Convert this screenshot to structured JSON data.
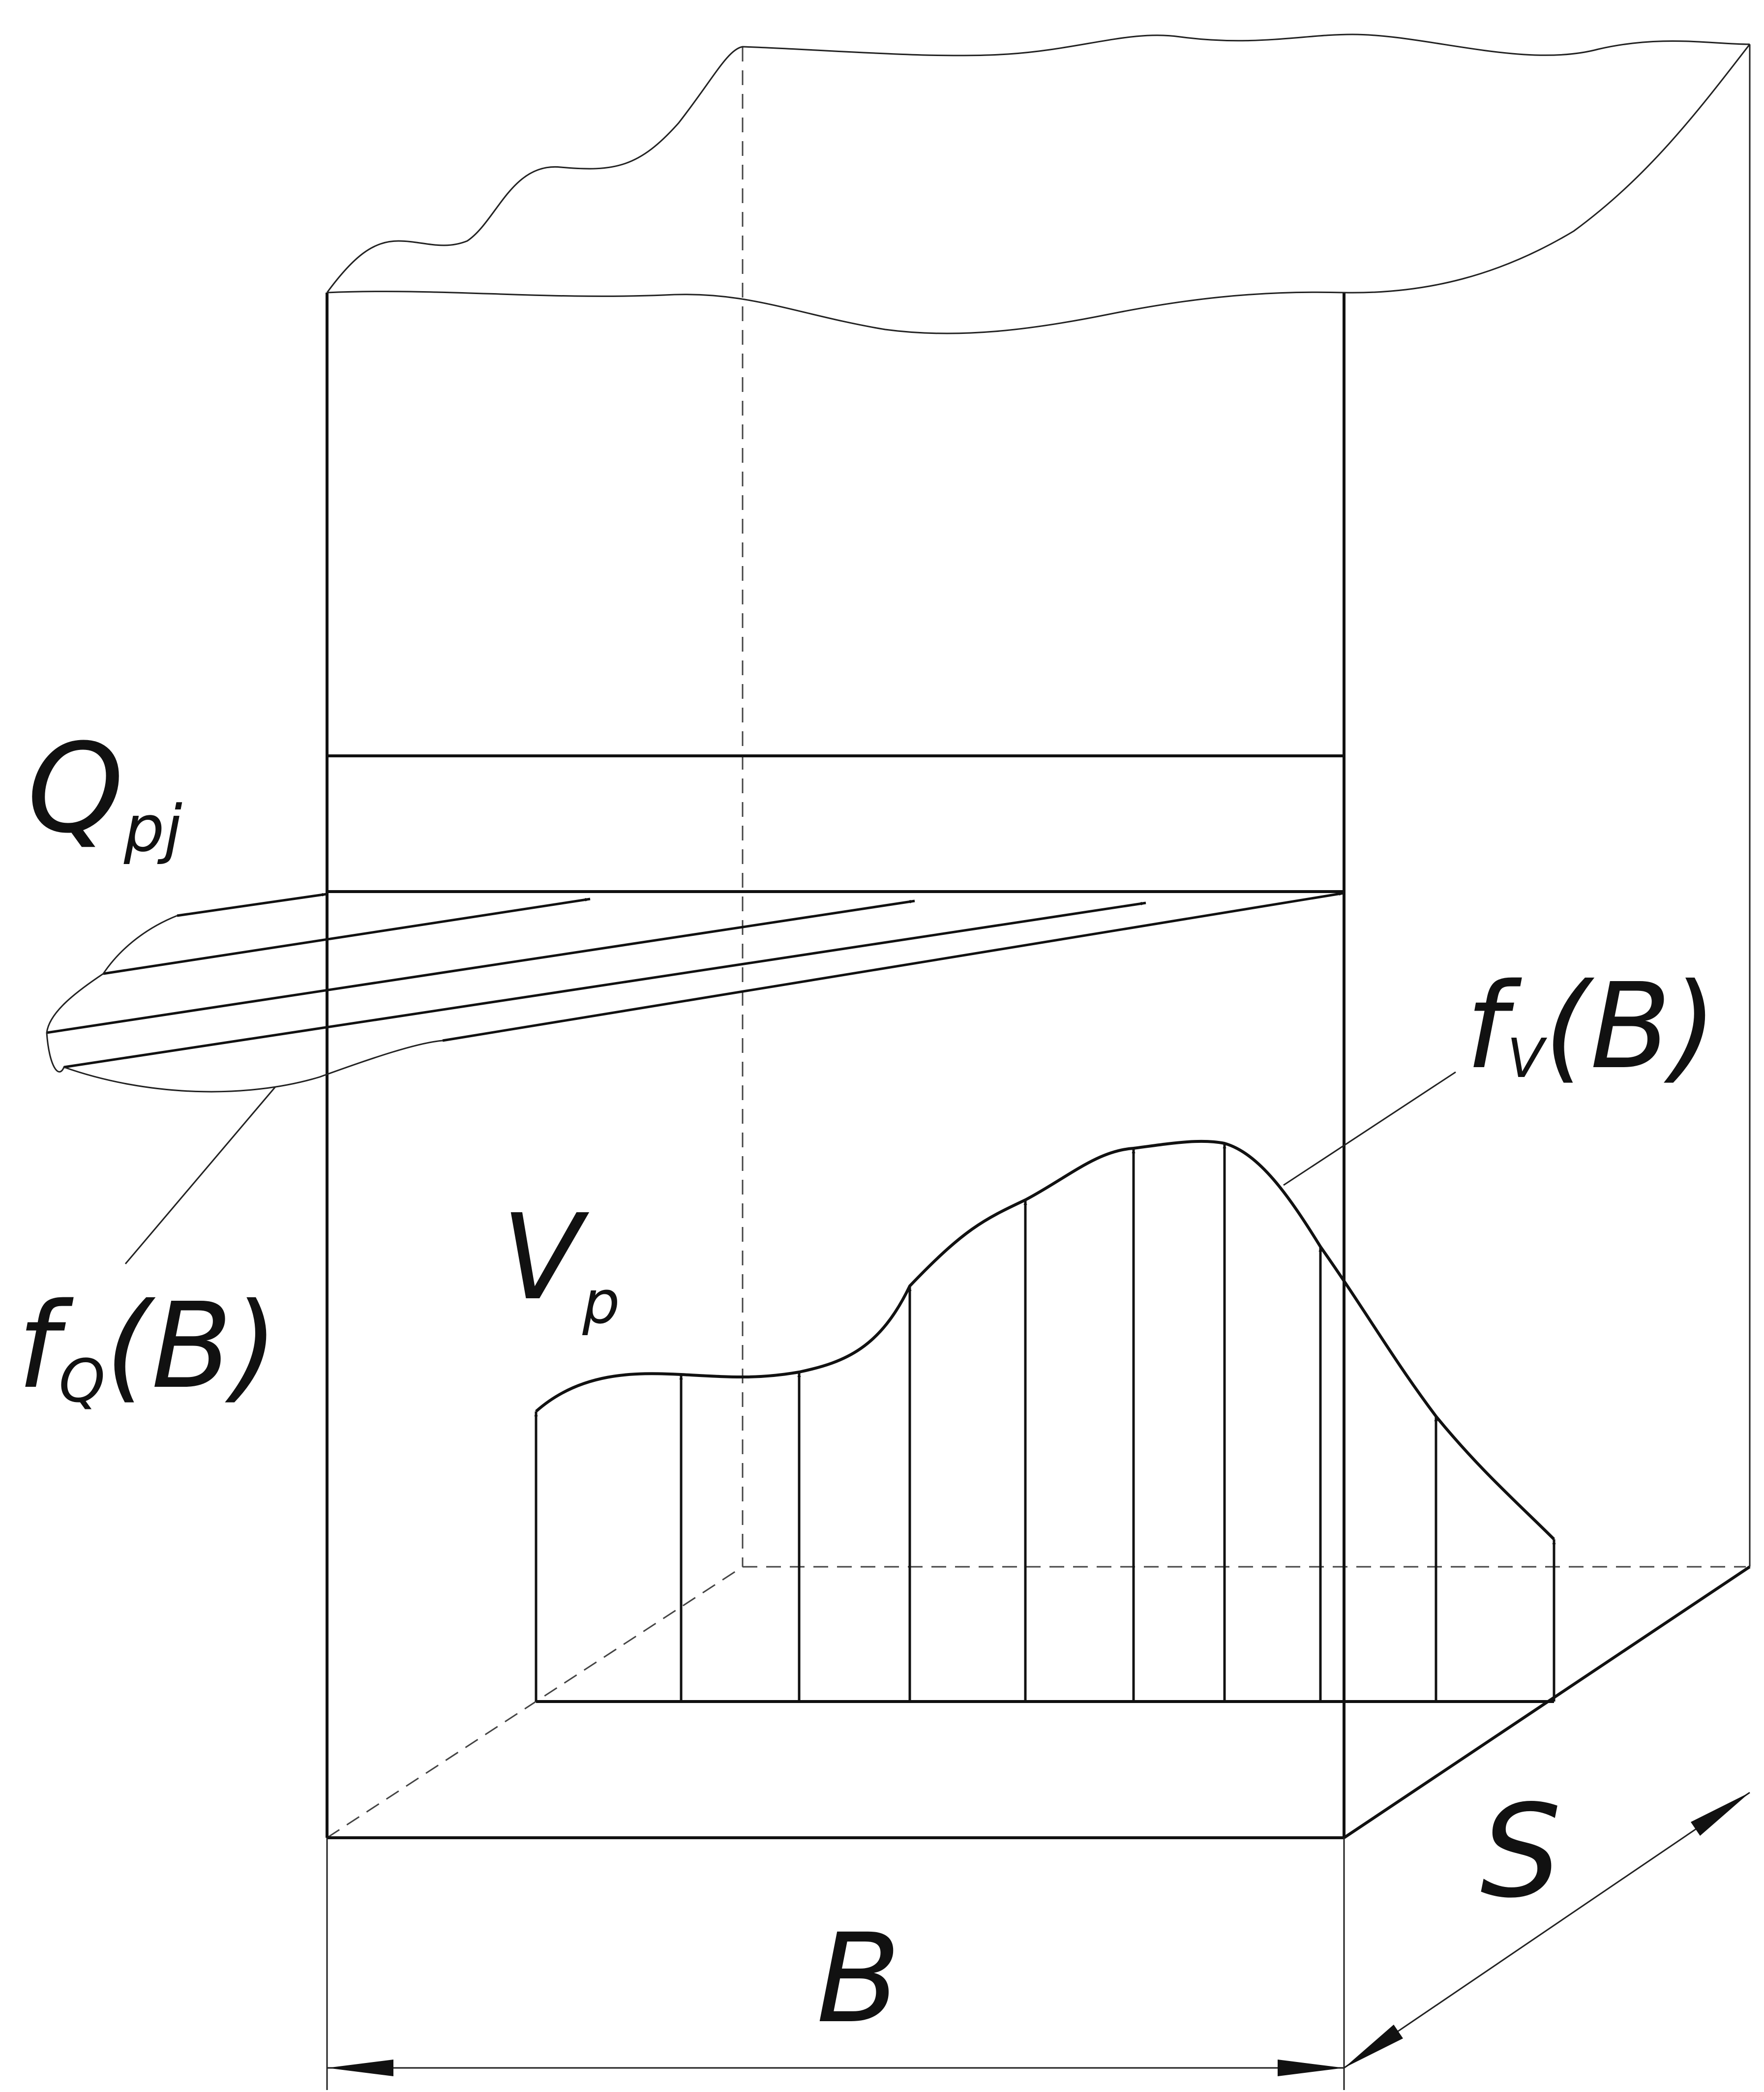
{
  "labels": {
    "q_main": "Q",
    "q_sub": "pj",
    "fq_main": "f",
    "fq_sub": "Q",
    "fq_arg": "(B)",
    "fv_main": "f",
    "fv_sub": "V",
    "fv_arg": "(B)",
    "vp_main": "V",
    "vp_sub": "p",
    "width": "B",
    "depth": "S"
  }
}
